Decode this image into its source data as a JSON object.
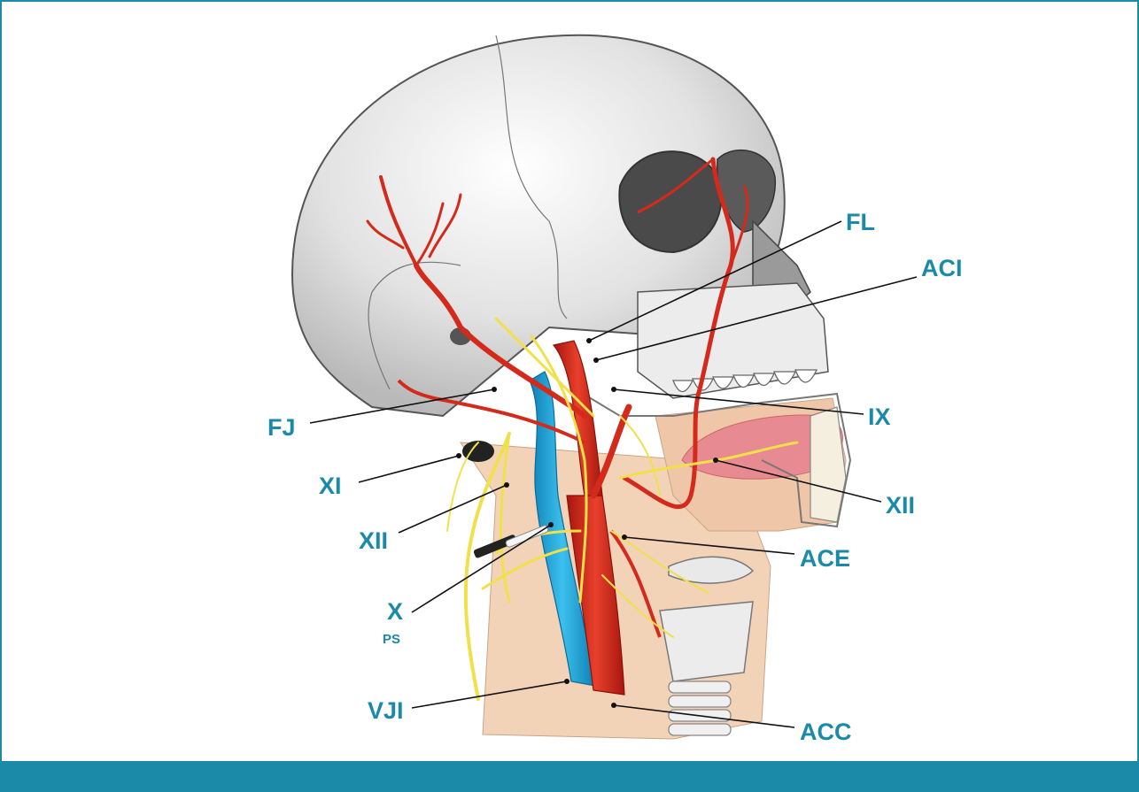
{
  "labels": {
    "FL": "FL",
    "ACI": "ACI",
    "IX": "IX",
    "XII_right": "XII",
    "ACE": "ACE",
    "ACC": "ACC",
    "FJ": "FJ",
    "XI": "XI",
    "XII_left": "XII",
    "X": "X",
    "PS": "PS",
    "VJI": "VJI"
  },
  "colors": {
    "frame": "#1a8aa8",
    "label": "#1a8aa8",
    "artery": "#d42a1c",
    "vein": "#1ea3d8",
    "nerve": "#f2e04a",
    "skull": "#e6e6e6",
    "skin": "#efc7a8"
  }
}
